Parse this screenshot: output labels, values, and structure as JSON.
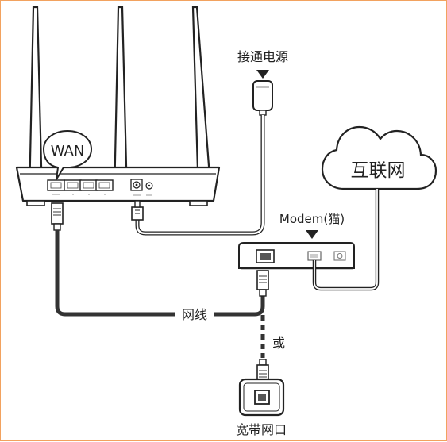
{
  "labels": {
    "wan": "WAN",
    "power": "接通电源",
    "internet": "互联网",
    "modem": "Modem(猫)",
    "cable": "网线",
    "or": "或",
    "broadband_port": "宽带网口"
  }
}
